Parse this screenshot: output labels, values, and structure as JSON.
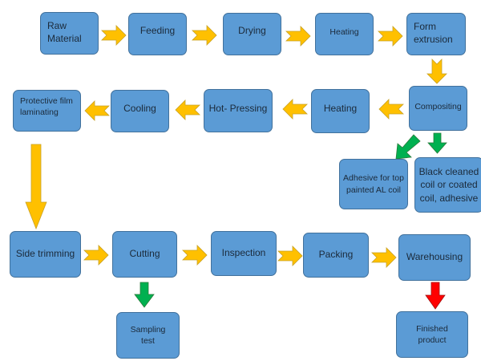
{
  "colors": {
    "box": "#5b9bd5",
    "box_border": "#41719c",
    "flow_arrow": "#ffc000",
    "branch_arrow": "#00b050",
    "final_arrow": "#ff0000"
  },
  "steps": {
    "raw_material": "Raw Material",
    "feeding": "Feeding",
    "drying": "Drying",
    "heating_1": "Heating",
    "form_extrusion": "Form extrusion",
    "compositing": "Compositing",
    "heating_2": "Heating",
    "hot_pressing": "Hot- Pressing",
    "cooling": "Cooling",
    "protective_film": "Protective  film laminating",
    "adhesive": "Adhesive for top painted AL coil",
    "black_cleaned": "Black cleaned coil or coated coil, adhesive",
    "side_trimming": "Side trimming",
    "cutting": "Cutting",
    "inspection": "Inspection",
    "packing": "Packing",
    "warehousing": "Warehousing",
    "sampling_test": "Sampling test",
    "finished_product": "Finished product"
  }
}
